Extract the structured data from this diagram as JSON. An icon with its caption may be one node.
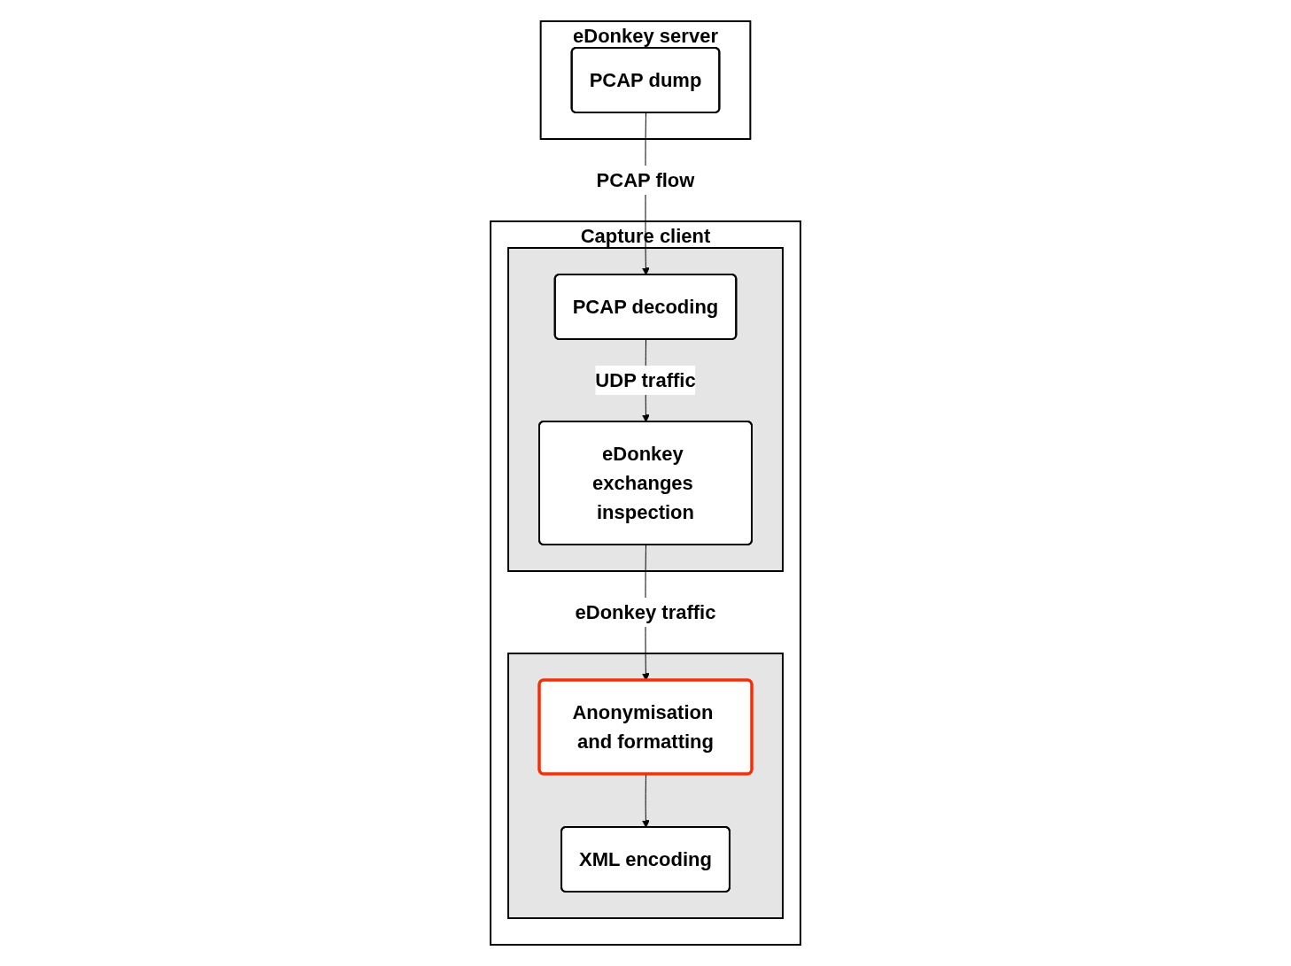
{
  "diagram": {
    "nodes": [
      {
        "text": [
          "eDonkey server"
        ]
      },
      {
        "text": [
          "PCAP dump"
        ],
        "in": 0
      },
      {
        "text": [
          "Capture client"
        ]
      },
      {
        "text": [],
        "shape": "box",
        "in": 2
      },
      {
        "text": [
          "PCAP decoding"
        ],
        "in": 3
      },
      {
        "text": [
          "eDonkey exchanges inspection"
        ],
        "in": 3
      },
      {
        "text": [],
        "shape": "box",
        "in": 2
      },
      {
        "text": [
          "Anonymisation and formatting"
        ],
        "in": 6
      },
      {
        "text": [
          "XML encoding"
        ],
        "in": 6
      }
    ],
    "edges": [
      {
        "from": 1,
        "to": 4,
        "arrow": "to",
        "label": "PCAP flow"
      },
      {
        "from": 4,
        "to": 5,
        "arrow": "to",
        "label": "UDP traffic"
      },
      {
        "from": 5,
        "to": 7,
        "arrow": "to",
        "label": "eDonkey traffic"
      },
      {
        "from": 7,
        "to": 8,
        "arrow": "to"
      }
    ]
  }
}
